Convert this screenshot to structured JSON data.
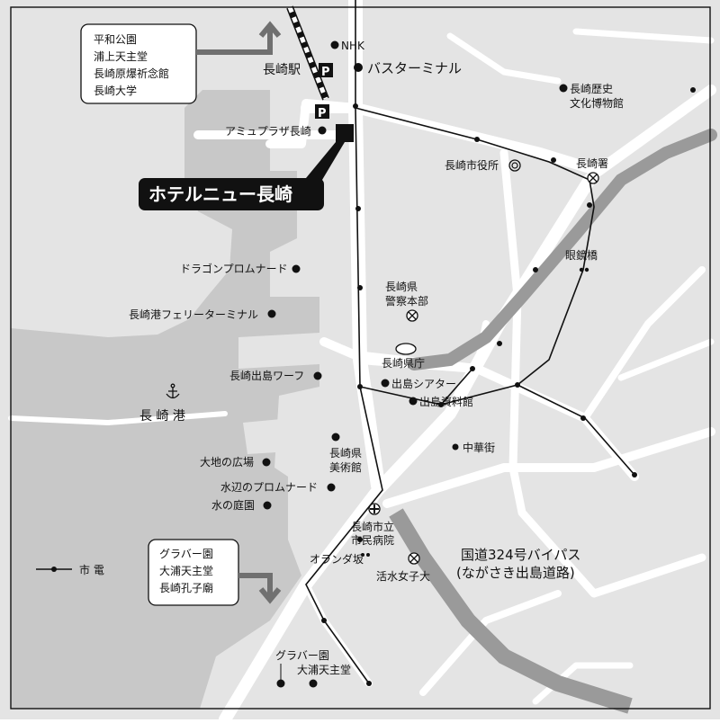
{
  "hotel": {
    "name": "ホテルニュー長崎"
  },
  "callouts": {
    "north": [
      "平和公園",
      "浦上天主堂",
      "長崎原爆祈念館",
      "長崎大学"
    ],
    "south": [
      "グラバー園",
      "大浦天主堂",
      "長崎孔子廟"
    ]
  },
  "places": {
    "nhk": "NHK",
    "nagasaki_station": "長崎駅",
    "bus_terminal": "バスターミナル",
    "history_museum_1": "長崎歴史",
    "history_museum_2": "文化博物館",
    "amu_plaza": "アミュプラザ長崎",
    "city_hall": "長崎市役所",
    "police_station": "長崎署",
    "meganebashi": "眼鏡橋",
    "dragon_promenade": "ドラゴンプロムナード",
    "ferry_terminal": "長崎港フェリーターミナル",
    "police_hq_1": "長崎県",
    "police_hq_2": "警察本部",
    "pref_office": "長崎県庁",
    "dejima_wharf": "長崎出島ワーフ",
    "dejima_theater": "出島シアター",
    "dejima_museum": "出島資料館",
    "harbor": "長 崎 港",
    "chinatown": "中華街",
    "daichi_plaza": "大地の広場",
    "art_museum_1": "長崎県",
    "art_museum_2": "美術館",
    "mizube_promenade": "水辺のプロムナード",
    "mizu_garden": "水の庭園",
    "city_hospital_1": "長崎市立",
    "city_hospital_2": "市民病院",
    "dutch_slope": "オランダ坂",
    "kwassui": "活水女子大",
    "bypass_1": "国道324号バイパス",
    "bypass_2": "(ながさき出島道路)",
    "glover_garden": "グラバー園",
    "oura_church": "大浦天主堂"
  },
  "legend": {
    "tram": "市 電"
  },
  "parking_label": "P",
  "colors": {
    "sea": "#c8c8c8",
    "land": "#e4e4e4",
    "road": "#ffffff",
    "bypass": "#9a9a9a",
    "ink": "#111111",
    "arrow": "#707070"
  },
  "icons": [
    "anchor-icon",
    "parking-icon",
    "police-icon",
    "hospital-icon",
    "school-icon",
    "city-hall-icon",
    "prefectural-office-icon",
    "arrow-up-icon",
    "arrow-down-icon"
  ]
}
